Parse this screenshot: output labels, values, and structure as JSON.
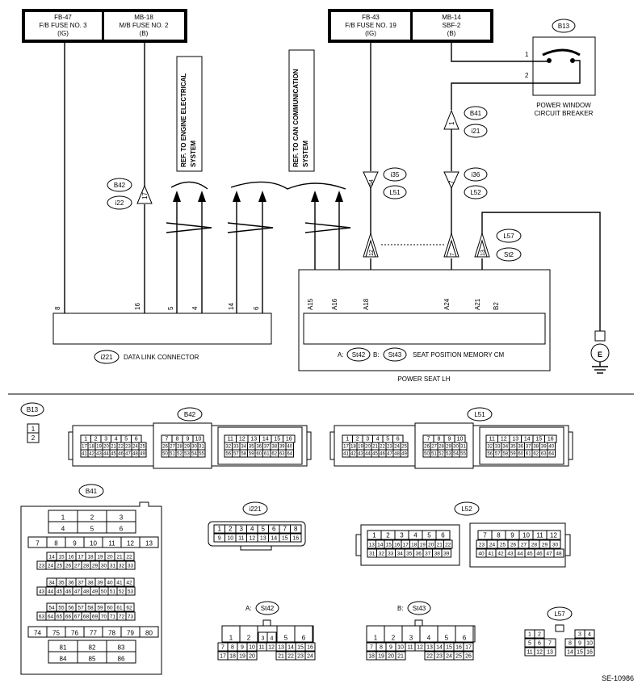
{
  "header_boxes": [
    {
      "code": "FB-47",
      "line2": "F/B FUSE NO. 3",
      "line3": "(IG)"
    },
    {
      "code": "MB-18",
      "line2": "M/B FUSE NO. 2",
      "line3": "(B)"
    },
    {
      "code": "FB-43",
      "line2": "F/B FUSE NO. 19",
      "line3": "(IG)"
    },
    {
      "code": "MB-14",
      "line2": "SBF-2",
      "line3": "(B)"
    }
  ],
  "breaker": {
    "connector": "B13",
    "pin1": "1",
    "pin2": "2",
    "label1": "POWER WINDOW",
    "label2": "CIRCUIT BREAKER"
  },
  "ref_boxes": [
    {
      "line1": "REF. TO ENGINE ELECTRICAL",
      "line2": "SYSTEM"
    },
    {
      "line1": "REF. TO CAN COMMUNICATION",
      "line2": "SYSTEM"
    }
  ],
  "connector_tags": {
    "b42": "B42",
    "i22": "i22",
    "i35": "i35",
    "l51": "L51",
    "i36": "i36",
    "l52": "L52",
    "b41": "B41",
    "i21": "i21",
    "l57": "L57",
    "st2": "St2"
  },
  "pin_numbers": {
    "b42": "17",
    "i35": "54",
    "i36": "7",
    "b41": "1",
    "l51": "12",
    "l52": "7",
    "l57": "13"
  },
  "dlc_pins": [
    "8",
    "16",
    "5",
    "4",
    "14",
    "6"
  ],
  "seat_pins": [
    "A15",
    "A16",
    "A18",
    "A24",
    "A21",
    "B2"
  ],
  "dlc_label": {
    "tag": "i221",
    "text": "DATA LINK CONNECTOR"
  },
  "seat_label": {
    "prefix_a": "A:",
    "tag_a": "St42",
    "prefix_b": "B:",
    "tag_b": "St43",
    "text": "SEAT POSITION MEMORY CM",
    "bottom": "POWER SEAT LH"
  },
  "ground": "E",
  "connectors": {
    "b13": {
      "tag": "B13",
      "pins": [
        "1",
        "2"
      ]
    },
    "b42": {
      "tag": "B42",
      "r1a": [
        "1",
        "2",
        "3",
        "4",
        "5",
        "6"
      ],
      "r2a": [
        "17",
        "18",
        "19",
        "20",
        "21",
        "22",
        "23",
        "24",
        "25"
      ],
      "r3a": [
        "41",
        "42",
        "43",
        "44",
        "45",
        "46",
        "47",
        "48",
        "49"
      ],
      "r1b": [
        "7",
        "8",
        "9",
        "10"
      ],
      "r2b": [
        "26",
        "27",
        "28",
        "29",
        "30",
        "31"
      ],
      "r3b": [
        "50",
        "51",
        "52",
        "53",
        "54",
        "55"
      ],
      "r1c": [
        "11",
        "12",
        "13",
        "14",
        "15",
        "16"
      ],
      "r2c": [
        "32",
        "33",
        "34",
        "35",
        "36",
        "37",
        "38",
        "39",
        "40"
      ],
      "r3c": [
        "56",
        "57",
        "58",
        "59",
        "60",
        "61",
        "62",
        "63",
        "64"
      ]
    },
    "l51": {
      "tag": "L51",
      "r1a": [
        "1",
        "2",
        "3",
        "4",
        "5",
        "6"
      ],
      "r2a": [
        "17",
        "18",
        "19",
        "20",
        "21",
        "22",
        "23",
        "24",
        "25"
      ],
      "r3a": [
        "41",
        "42",
        "43",
        "44",
        "45",
        "46",
        "47",
        "48",
        "49"
      ],
      "r1b": [
        "7",
        "8",
        "9",
        "10"
      ],
      "r2b": [
        "26",
        "27",
        "28",
        "29",
        "30",
        "31"
      ],
      "r3b": [
        "50",
        "51",
        "52",
        "53",
        "54",
        "55"
      ],
      "r1c": [
        "11",
        "12",
        "13",
        "14",
        "15",
        "16"
      ],
      "r2c": [
        "32",
        "33",
        "34",
        "35",
        "36",
        "37",
        "38",
        "39",
        "40"
      ],
      "r3c": [
        "56",
        "57",
        "58",
        "59",
        "60",
        "61",
        "62",
        "63",
        "64"
      ]
    },
    "b41": {
      "tag": "B41",
      "rows": [
        [
          "1",
          "2",
          "3"
        ],
        [
          "4",
          "5",
          "6"
        ],
        [
          "7",
          "8",
          "9",
          "10",
          "11",
          "12",
          "13"
        ],
        [
          "14",
          "15",
          "16",
          "17",
          "18",
          "19",
          "20",
          "21",
          "22"
        ],
        [
          "23",
          "24",
          "25",
          "26",
          "27",
          "28",
          "29",
          "30",
          "31",
          "32",
          "33"
        ],
        [
          "34",
          "35",
          "36",
          "37",
          "38",
          "39",
          "40",
          "41",
          "42"
        ],
        [
          "43",
          "44",
          "45",
          "46",
          "47",
          "48",
          "49",
          "50",
          "51",
          "52",
          "53"
        ],
        [
          "54",
          "55",
          "56",
          "57",
          "58",
          "59",
          "60",
          "61",
          "62"
        ],
        [
          "63",
          "64",
          "65",
          "66",
          "67",
          "68",
          "69",
          "70",
          "71",
          "72",
          "73"
        ],
        [
          "74",
          "75",
          "76",
          "77",
          "78",
          "79",
          "80"
        ],
        [
          "81",
          "82",
          "83"
        ],
        [
          "84",
          "85",
          "86"
        ]
      ]
    },
    "i221": {
      "tag": "i221",
      "r1": [
        "1",
        "2",
        "3",
        "4",
        "5",
        "6",
        "7",
        "8"
      ],
      "r2": [
        "9",
        "10",
        "11",
        "12",
        "13",
        "14",
        "15",
        "16"
      ]
    },
    "l52": {
      "tag": "L52",
      "r1a": [
        "1",
        "2",
        "3",
        "4",
        "5",
        "6"
      ],
      "r2a": [
        "13",
        "14",
        "15",
        "16",
        "17",
        "18",
        "19",
        "20",
        "21",
        "22"
      ],
      "r3a": [
        "31",
        "32",
        "33",
        "34",
        "35",
        "36",
        "37",
        "38",
        "39"
      ],
      "r1b": [
        "7",
        "8",
        "9",
        "10",
        "11",
        "12"
      ],
      "r2b": [
        "23",
        "24",
        "25",
        "26",
        "27",
        "28",
        "29",
        "30"
      ],
      "r3b": [
        "40",
        "41",
        "42",
        "43",
        "44",
        "45",
        "46",
        "47",
        "48"
      ]
    },
    "st42": {
      "prefix": "A:",
      "tag": "St42",
      "r1": [
        "1",
        "2",
        "5",
        "6"
      ],
      "mid": [
        "3",
        "4"
      ],
      "r2": [
        "7",
        "8",
        "9",
        "10",
        "11",
        "12",
        "13",
        "14",
        "15",
        "16"
      ],
      "r3": [
        "17",
        "18",
        "19",
        "20",
        "21",
        "22",
        "23",
        "24"
      ]
    },
    "st43": {
      "prefix": "B:",
      "tag": "St43",
      "r1": [
        "1",
        "2",
        "3",
        "4",
        "5",
        "6"
      ],
      "r2": [
        "7",
        "8",
        "9",
        "10",
        "11",
        "12",
        "13",
        "14",
        "15",
        "16",
        "17"
      ],
      "r3": [
        "18",
        "19",
        "20",
        "21",
        "22",
        "23",
        "24",
        "25",
        "26"
      ]
    },
    "l57": {
      "tag": "L57",
      "r1": [
        "1",
        "2",
        "3",
        "4"
      ],
      "r2": [
        "5",
        "6",
        "7",
        "8",
        "9",
        "10"
      ],
      "r3": [
        "11",
        "12",
        "13",
        "14",
        "15",
        "16"
      ]
    }
  },
  "footer": "SE-10986"
}
